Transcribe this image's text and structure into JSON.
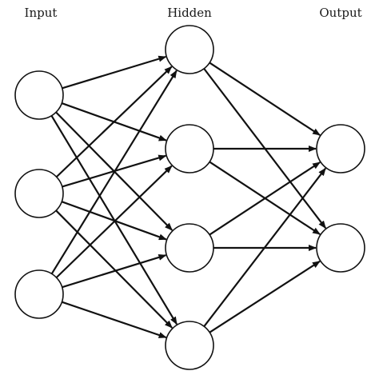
{
  "layers": [
    {
      "id": "input",
      "label": "Input",
      "node_count": 3
    },
    {
      "id": "hidden",
      "label": "Hidden",
      "node_count": 4
    },
    {
      "id": "output",
      "label": "Output",
      "node_count": 2
    }
  ],
  "connectivity": "fully-connected",
  "edge_style": "arrow",
  "colors": {
    "stroke": "#111111",
    "background": "#ffffff",
    "node_fill": "#ffffff"
  }
}
